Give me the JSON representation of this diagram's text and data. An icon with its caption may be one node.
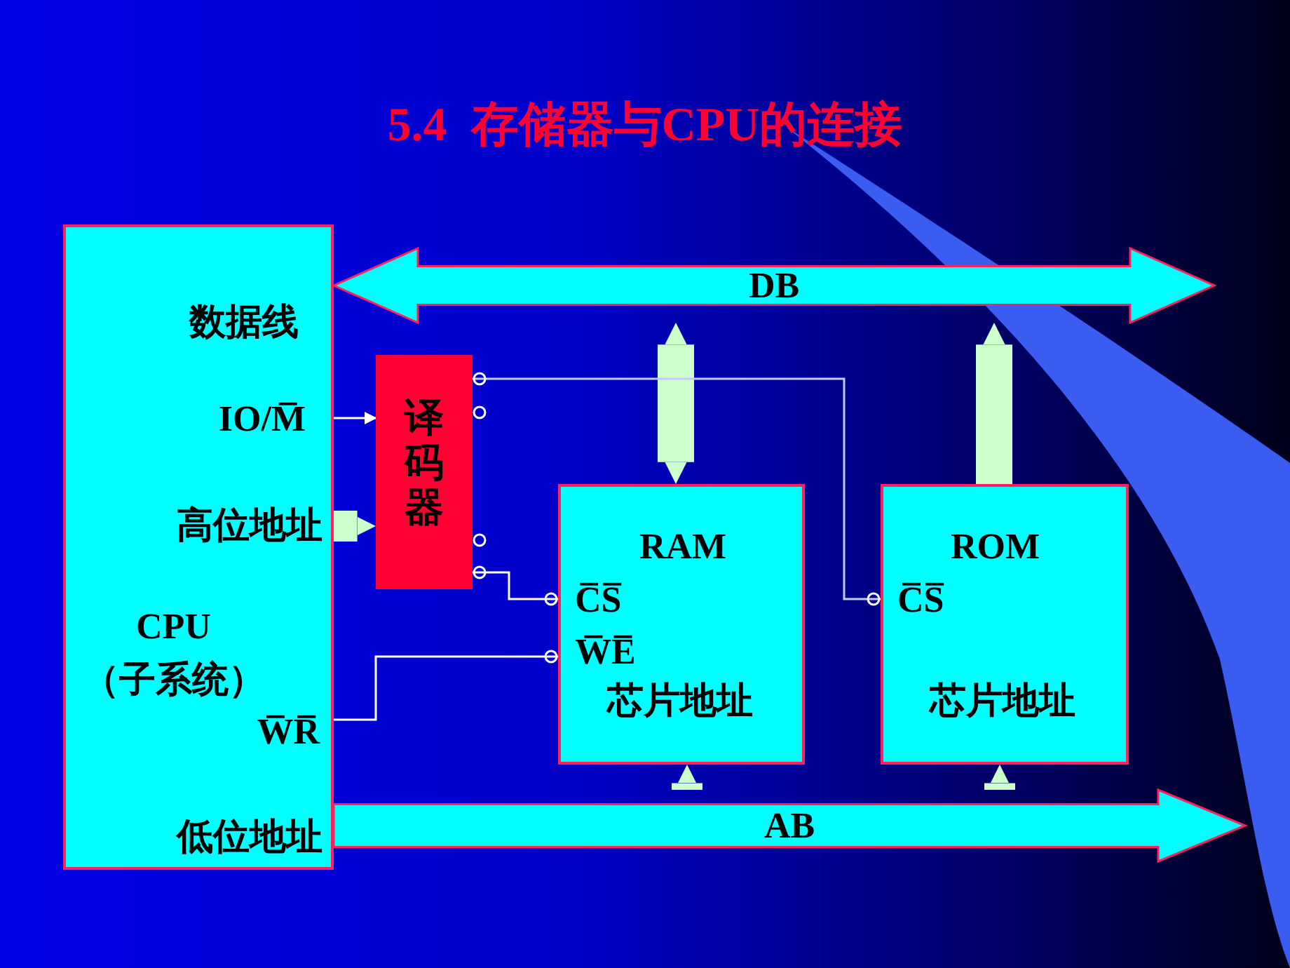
{
  "diagram": {
    "title": "5.4  存储器与CPU的连接",
    "nodes": [
      {
        "text": [
          "数据线",
          "IO/M̅",
          "高位地址",
          "CPU",
          "（子系统）",
          "W̅R̅",
          "低位地址"
        ]
      },
      {
        "text": [
          "DB"
        ]
      },
      {
        "text": [
          "译码器"
        ]
      },
      {
        "text": [
          "RAM",
          "C̅S̅",
          "W̅E̅",
          "芯片地址"
        ]
      },
      {
        "text": [
          "ROM",
          "C̅S̅",
          "芯片地址"
        ]
      },
      {
        "text": [
          "AB"
        ]
      }
    ],
    "edges": [
      {
        "from": 1,
        "to": 3,
        "arrow": "both"
      },
      {
        "from": 4,
        "to": 1,
        "arrow": "to"
      },
      {
        "from": 0,
        "to": 2,
        "arrow": "to",
        "color": "#ffffff"
      },
      {
        "from": 0,
        "to": 2,
        "arrow": "to"
      },
      {
        "from": 2,
        "to": 4,
        "arrow": "other",
        "color": "#c8c8ff"
      },
      {
        "from": 2,
        "to": 3,
        "arrow": "other",
        "color": "#ffffff"
      },
      {
        "from": 0,
        "to": 3,
        "arrow": "other",
        "color": "#ffffff"
      },
      {
        "from": 5,
        "to": 3,
        "arrow": "to"
      },
      {
        "from": 5,
        "to": 4,
        "arrow": "to"
      }
    ]
  }
}
